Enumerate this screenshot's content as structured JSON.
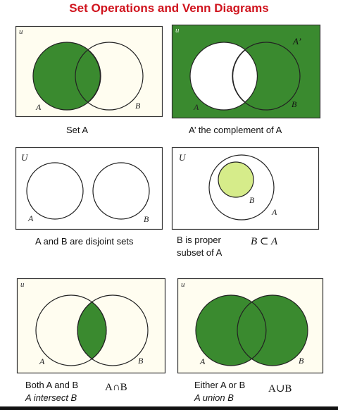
{
  "title": "Set Operations and Venn Diagrams",
  "colors": {
    "fill": "#3a8a2f",
    "light": "#d6ec8a",
    "paper": "#fffdf0",
    "title": "#d0141e"
  },
  "panels": {
    "set_a": {
      "universe": "u",
      "a": "A",
      "b": "B",
      "caption": "Set A"
    },
    "complement": {
      "universe": "u",
      "a": "A",
      "b": "B",
      "a_prime": "A’",
      "caption": "A’ the complement of A"
    },
    "disjoint": {
      "universe": "U",
      "a": "A",
      "b": "B",
      "caption": "A and B are disjoint sets"
    },
    "subset": {
      "universe": "U",
      "a": "A",
      "b": "B",
      "caption_line1": "B is proper",
      "caption_line2": "subset of A",
      "notation": "B ⊂ A"
    },
    "intersection": {
      "universe": "u",
      "a": "A",
      "b": "B",
      "caption_line1": "Both A and B",
      "caption_line2": "A intersect B",
      "notation": "A∩B"
    },
    "union": {
      "universe": "u",
      "a": "A",
      "b": "B",
      "caption_line1": "Either A or B",
      "caption_line2": "A union B",
      "notation": "A∪B"
    }
  }
}
